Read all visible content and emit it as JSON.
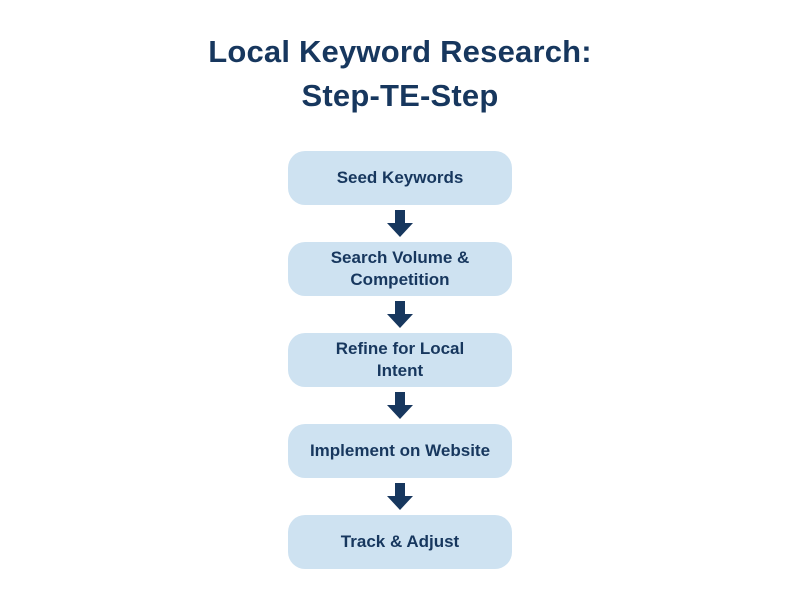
{
  "title": {
    "lines": [
      "Local Keyword Research:",
      "Step-TE-Step"
    ]
  },
  "steps": [
    {
      "lines": [
        "Seed Keywords"
      ]
    },
    {
      "lines": [
        "Search Volume &",
        "Competition"
      ]
    },
    {
      "lines": [
        "Refine for Local",
        "Intent"
      ]
    },
    {
      "lines": [
        "Implement on Website"
      ]
    },
    {
      "lines": [
        "Track & Adjust"
      ]
    }
  ],
  "colors": {
    "background": "#FFFFFF",
    "title_text": "#17375E",
    "box_fill": "#CEE2F1",
    "box_text": "#17375E",
    "arrow": "#17375E"
  }
}
